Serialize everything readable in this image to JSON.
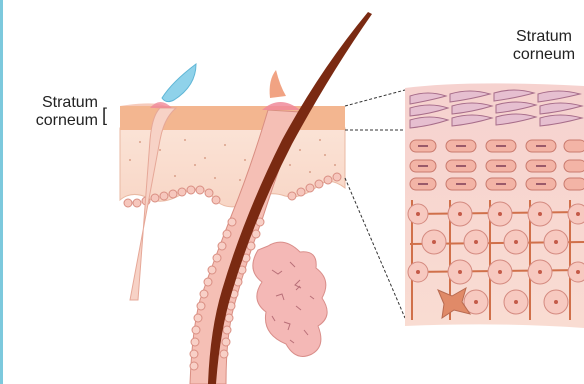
{
  "labels": {
    "skin_section": {
      "line1": "Stratum",
      "line2": "corneum",
      "bracket": "["
    },
    "magnified_view": {
      "line1": "Stratum",
      "line2": "corneum"
    }
  },
  "colors": {
    "frame": "#7cc9dd",
    "stratum_corneum": "#f2b48f",
    "epidermis": "#fbe1d4",
    "hair": "#7a2a12",
    "follicle": "#f3a9a0",
    "sweat_drop": "#8fd2ea"
  }
}
